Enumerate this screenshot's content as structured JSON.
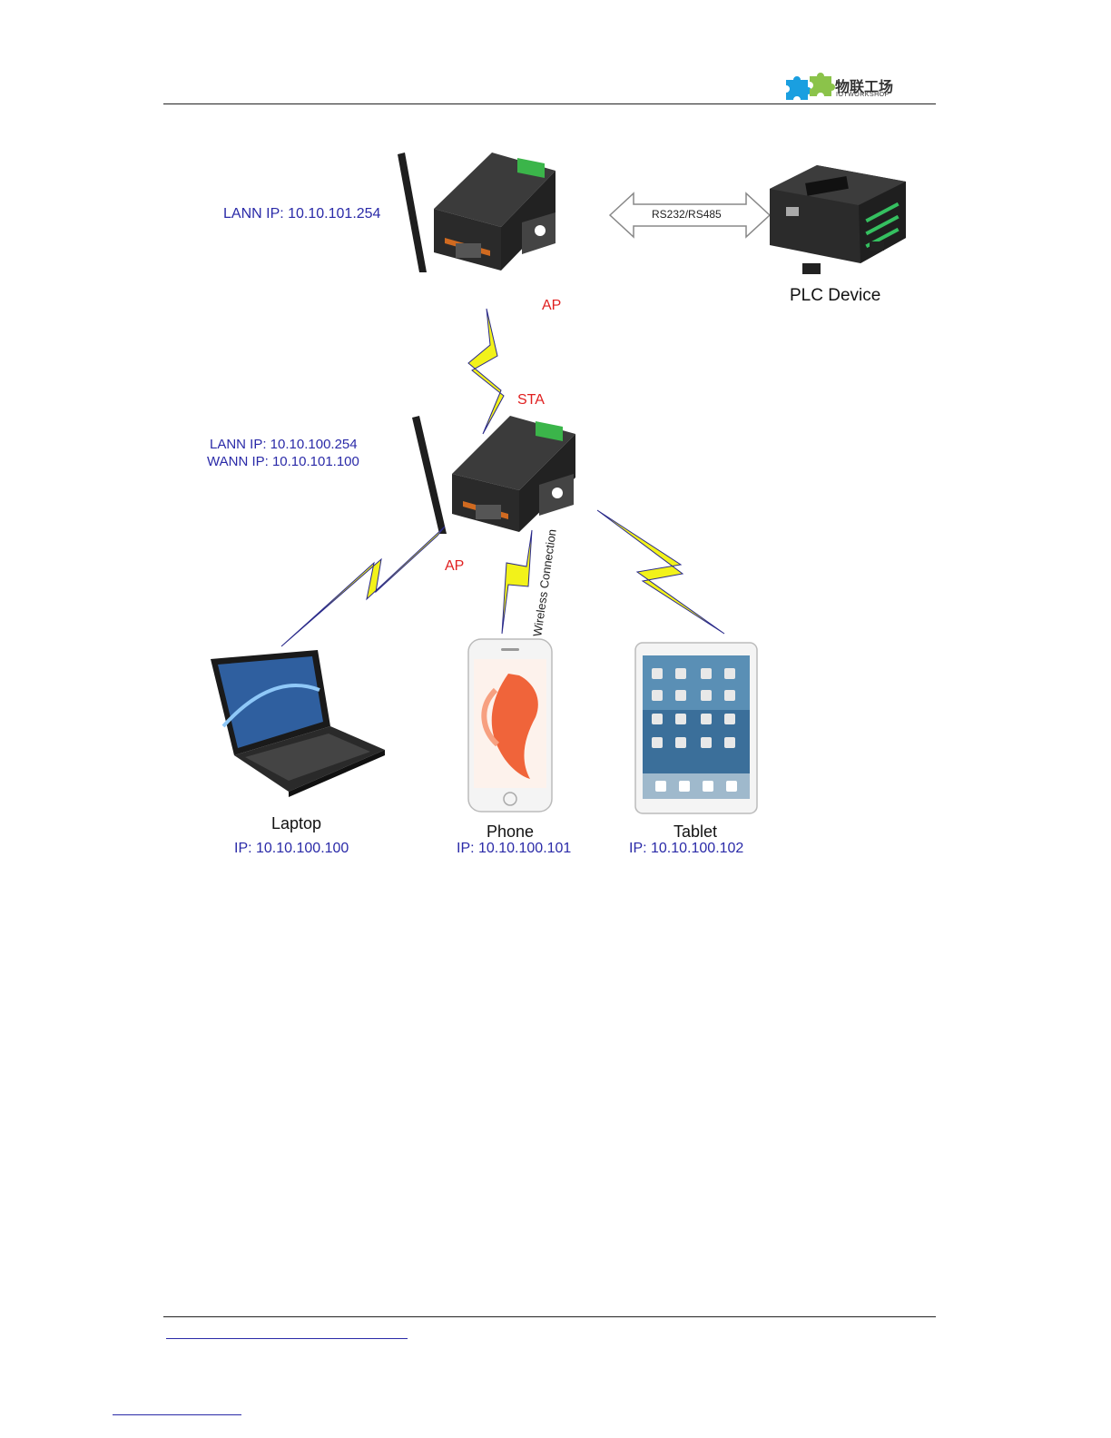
{
  "header": {
    "logo_cn": "物联工场",
    "logo_en": "IOTWORKSHOP",
    "logo_brand_colors": [
      "#1a9fe0",
      "#8bc34a"
    ]
  },
  "top_router": {
    "lann_ip": "LANN IP: 10.10.101.254",
    "mode_label": "AP"
  },
  "serial_link": {
    "label": "RS232/RS485"
  },
  "plc": {
    "label": "PLC Device"
  },
  "mid_router": {
    "sta_label": "STA",
    "lann_ip": "LANN IP: 10.10.100.254",
    "wann_ip": "WANN IP: 10.10.101.100",
    "ap_label": "AP",
    "wireless_label": "Wireless Connection"
  },
  "clients": [
    {
      "name": "Laptop",
      "ip": "IP: 10.10.100.100"
    },
    {
      "name": "Phone",
      "ip": "IP: 10.10.100.101"
    },
    {
      "name": "Tablet",
      "ip": "IP: 10.10.100.102"
    }
  ],
  "colors": {
    "ip_text": "#2a2aa8",
    "mode_text": "#e02020",
    "bolt_fill": "#f2f21a"
  }
}
